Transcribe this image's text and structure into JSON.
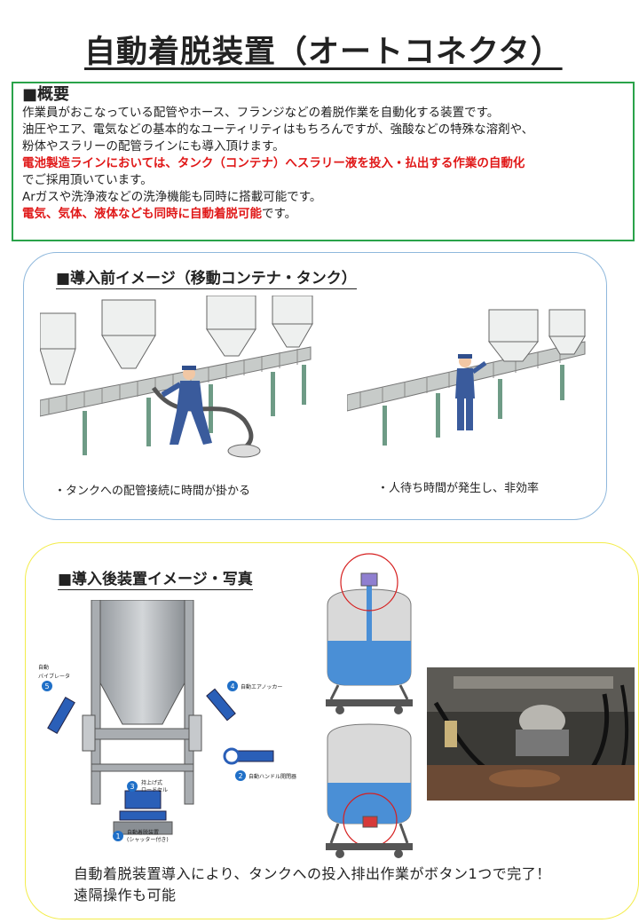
{
  "title": "自動着脱装置（オートコネクタ）",
  "overview": {
    "heading": "■概要",
    "line1": "作業員がおこなっている配管やホース、フランジなどの着脱作業を自動化する装置です。",
    "line2": "油圧やエア、電気などの基本的なユーティリティはもちろんですが、強酸などの特殊な溶剤や、",
    "line3": "粉体やスラリーの配管ラインにも導入頂けます。",
    "line4_red": "電池製造ラインにおいては、タンク（コンテナ）へスラリー液を投入・払出する作業の自動化",
    "line5": "でご採用頂いています。",
    "line6": "Arガスや洗浄液などの洗浄機能も同時に搭載可能です。",
    "line7_red": "電気、気体、液体なども同時に自動着脱可能",
    "line7_tail": "です。"
  },
  "before": {
    "heading": "■導入前イメージ（移動コンテナ・タンク）",
    "caption_left": "・タンクへの配管接続に時間が掛かる",
    "caption_right": "・人待ち時間が発生し、非効率"
  },
  "after": {
    "heading": "■導入後装置イメージ・写真",
    "labels": {
      "l1": "自動着脱装置",
      "l1b": "(シャッター付き)",
      "l2": "自動ハンドル開閉器",
      "l3a": "持上げ式",
      "l3b": "ロードセル",
      "l4": "自動エアノッカー",
      "l5a": "自動",
      "l5b": "バイブレータ"
    },
    "badges": [
      "1",
      "2",
      "3",
      "4",
      "5"
    ],
    "text_line1": "自動着脱装置導入により、タンクへの投入排出作業がボタン1つで完了！",
    "text_line2": "遠隔操作も可能"
  },
  "colors": {
    "overview_border": "#2aa34a",
    "red_text": "#e01818",
    "before_border": "#8fb8dc",
    "after_border": "#f3ec4a",
    "tank_liquid": "#4a8fd6",
    "badge_blue": "#1f6fc7",
    "circle_red": "#d62020"
  }
}
